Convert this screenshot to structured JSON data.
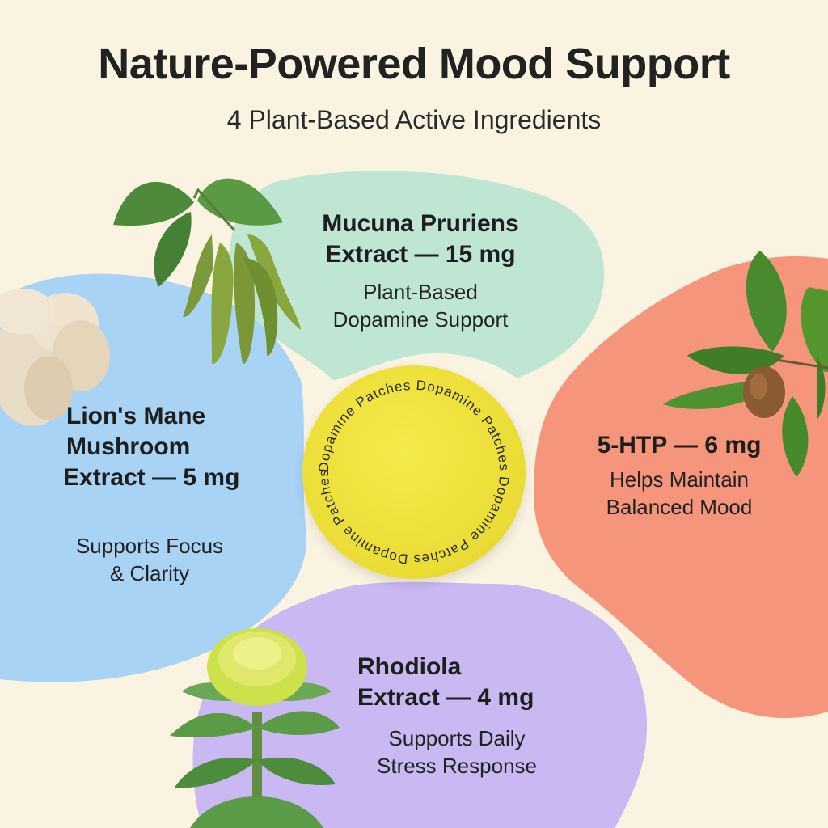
{
  "header": {
    "title": "Nature-Powered Mood Support",
    "subtitle": "4 Plant-Based Active Ingredients"
  },
  "ingredients": [
    {
      "id": "mucuna",
      "name_line1": "Mucuna Pruriens",
      "name_line2": "Extract — 15 mg",
      "desc_line1": "Plant-Based",
      "desc_line2": "Dopamine Support",
      "color": "#bfe6d3"
    },
    {
      "id": "lions-mane",
      "name_line1": "Lion's Mane",
      "name_line2": "Mushroom",
      "name_line3": "Extract — 5 mg",
      "desc_line1": "Supports Focus",
      "desc_line2": "& Clarity",
      "color": "#a8d3f5"
    },
    {
      "id": "5htp",
      "name_line1": "5-HTP — 6 mg",
      "desc_line1": "Helps Maintain",
      "desc_line2": "Balanced Mood",
      "color": "#f4957c"
    },
    {
      "id": "rhodiola",
      "name_line1": "Rhodiola",
      "name_line2": "Extract — 4 mg",
      "desc_line1": "Supports Daily",
      "desc_line2": "Stress Response",
      "color": "#c9b8f2"
    }
  ],
  "center_seal": {
    "ring_text": "Dopamine Patches   Dopamine Patches   Dopamine Patches   Dopamine Patches",
    "color": "#eadc34"
  }
}
